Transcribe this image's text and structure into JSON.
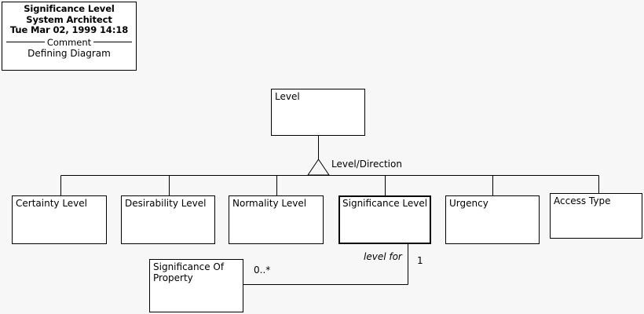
{
  "diagram": {
    "kind": "uml-class-diagram",
    "background_color": "#f7f7f7",
    "line_color": "#000000",
    "box_fill": "#ffffff",
    "title_block": {
      "name": "Significance Level",
      "tool": "System Architect",
      "timestamp": "Tue Mar 02, 1999  14:18",
      "divider_label": "Comment",
      "comment": "Defining Diagram"
    },
    "superclass": {
      "name": "Level"
    },
    "generalization": {
      "label": "Level/Direction",
      "marker": "hollow-triangle"
    },
    "subclasses": [
      {
        "name": "Certainty Level"
      },
      {
        "name": "Desirability Level"
      },
      {
        "name": "Normality Level"
      },
      {
        "name": "Significance Level",
        "focused": true
      },
      {
        "name": "Urgency"
      },
      {
        "name": "Access Type"
      }
    ],
    "association": {
      "source": "Significance Of Property",
      "target": "Significance Level",
      "source_multiplicity": "0..*",
      "target_multiplicity": "1",
      "role_label": "level for"
    }
  }
}
